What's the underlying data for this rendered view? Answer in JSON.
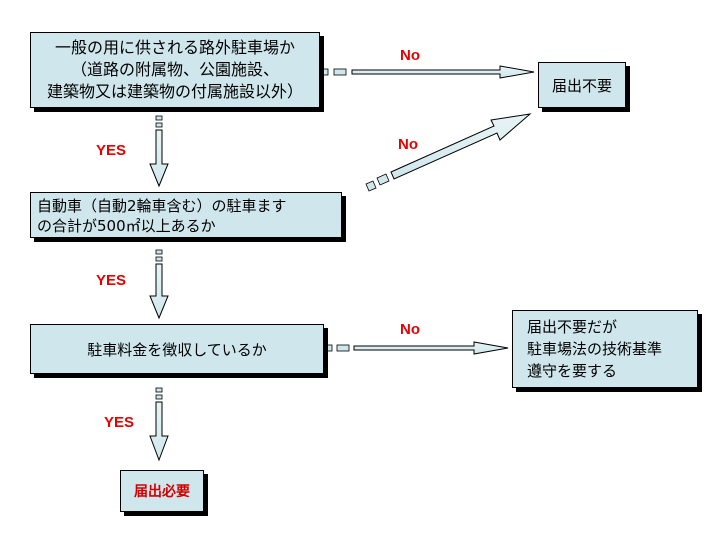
{
  "nodes": {
    "q1": {
      "lines": [
        "一般の用に供される路外駐車場か",
        "（道路の附属物、公園施設、",
        "建築物又は建築物の付属施設以外）"
      ]
    },
    "no_notice": {
      "label": "届出不要"
    },
    "q2": {
      "lines": [
        "自動車（自動2輪車含む）の駐車ます",
        "の合計が500㎡以上あるか"
      ]
    },
    "q3": {
      "label": "駐車料金を徴収しているか"
    },
    "notice_tech": {
      "lines": [
        "届出不要だが",
        "駐車場法の技術基準",
        "遵守を要する"
      ]
    },
    "notice_required": {
      "label": "届出必要"
    }
  },
  "edges": {
    "q1_no": "No",
    "q2_no": "No",
    "q3_no": "No",
    "q1_yes": "YES",
    "q2_yes": "YES",
    "q3_yes": "YES"
  },
  "colors": {
    "box_fill": "#cfe7ec",
    "label_red": "#e80000",
    "final_text": "#d40000"
  }
}
